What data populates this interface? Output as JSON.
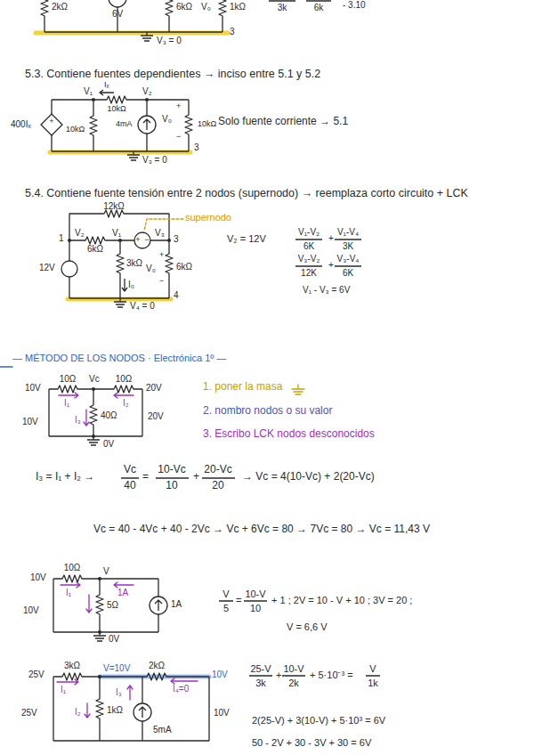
{
  "diagram": {
    "labels": [
      "2kΩ",
      "6V",
      "6kΩ",
      "V₀",
      "1kΩ",
      "3k",
      "6k",
      "- 3.10",
      "V₃ = 0",
      "3",
      "5.3. Contiene fuentes dependientes → inciso entre 5.1 y 5.2",
      "V₁",
      "Iₓ",
      "V₂",
      "10kΩ",
      "400Iₓ",
      "+",
      "10kΩ",
      "4mA",
      "V₀",
      "+",
      "−",
      "10kΩ",
      "V₃ = 0",
      "3",
      "Solo fuente corriente → 5.1",
      "5.4. Contiene fuente tensión entre 2 nodos (supernodo) → reemplaza corto circuito + LCK",
      "12kΩ",
      "supernodo",
      "1",
      "V₂",
      "6kΩ",
      "V₁",
      "+",
      "−",
      "V₃",
      "3",
      "12V",
      "3kΩ",
      "I₀",
      "V₀",
      "+",
      "−",
      "6kΩ",
      "4",
      "V₄ = 0",
      "V₂ = 12V",
      "V₁-V₂",
      "6K",
      "+",
      "V₁-V₄",
      "3K",
      "V₃-V₂",
      "12K",
      "+",
      "V₃-V₄",
      "6K",
      "V₁ - V₃ = 6V",
      "— MÉTODO DE LOS NODOS · Electrónica 1º —",
      "10V",
      "10Ω",
      "Vc",
      "10Ω",
      "20V",
      "I₁",
      "I₂",
      "I₃",
      "40Ω",
      "20V",
      "10V",
      "0V",
      "1. poner la masa",
      "2. nombro nodos o su valor",
      "3. Escribo LCK nodos desconocidos",
      "I₃ = I₁ + I₂ →",
      "Vc",
      "40",
      "=",
      "10-Vc",
      "10",
      "+",
      "20-Vc",
      "20",
      "→ Vc = 4(10-Vc) + 2(20-Vc)",
      "Vc = 40 - 4Vc + 40 - 2Vc → Vc + 6Vc = 80 → 7Vc = 80 → Vc = 11,43 V",
      "10V",
      "10Ω",
      "V",
      "I₁",
      "1A",
      "1A",
      "5Ω",
      "10V",
      "0V",
      "V",
      "5",
      "=",
      "10-V",
      "10",
      "+ 1 ;  2V = 10 - V + 10 ;  3V = 20 ;",
      "V = 6,6 V",
      "25V",
      "3kΩ",
      "V=10V",
      "2kΩ",
      "10V",
      "I₁",
      "I₃",
      "I₄=0",
      "25V",
      "I₂",
      "1kΩ",
      "5mA",
      "10V",
      "25-V",
      "3k",
      "+",
      "10-V",
      "2k",
      "+ 5·10⁻³ =",
      "V",
      "1k",
      "2(25-V) + 3(10-V) + 5·10³ = 6V",
      "50 - 2V + 30 - 3V + 30 = 6V"
    ]
  }
}
